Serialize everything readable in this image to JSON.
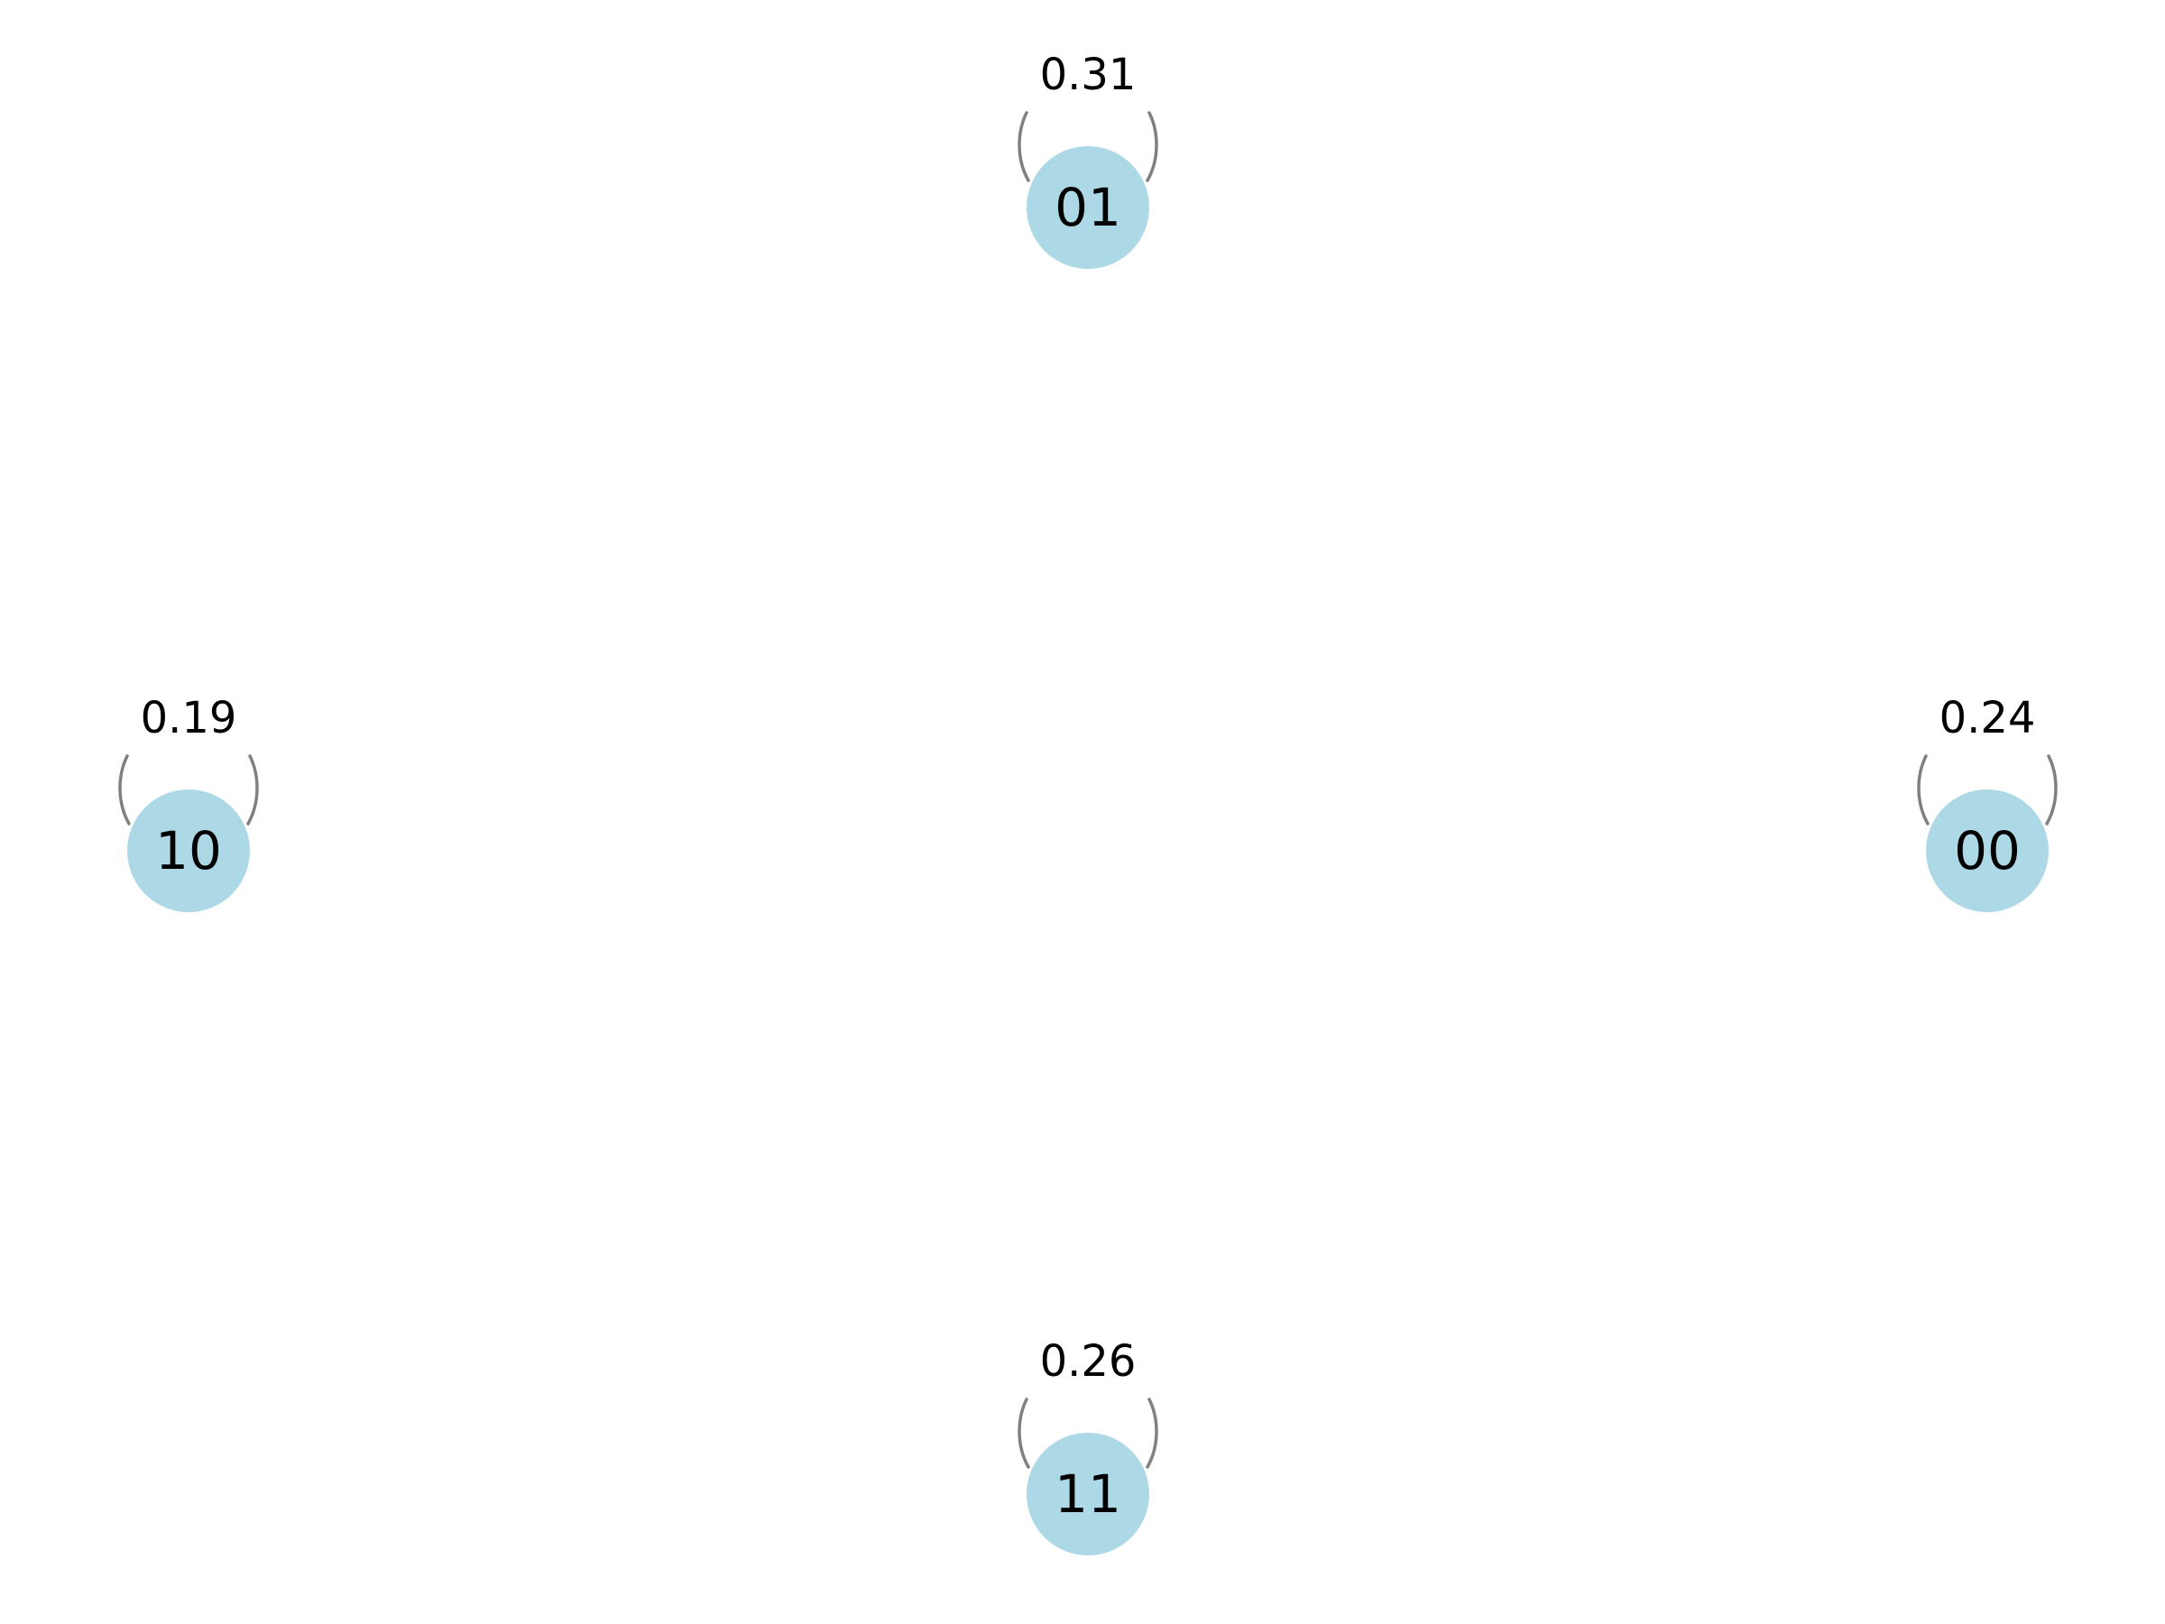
{
  "diagram": {
    "colors": {
      "node_fill": "#add8e6",
      "edge_stroke": "#808080",
      "text": "#000000",
      "background": "#ffffff"
    },
    "nodes": [
      {
        "id": "01",
        "label": "01",
        "self_loop_weight": "0.31"
      },
      {
        "id": "10",
        "label": "10",
        "self_loop_weight": "0.19"
      },
      {
        "id": "00",
        "label": "00",
        "self_loop_weight": "0.24"
      },
      {
        "id": "11",
        "label": "11",
        "self_loop_weight": "0.26"
      }
    ],
    "edges": [
      {
        "from": "01",
        "to": "01",
        "label": "0.31"
      },
      {
        "from": "10",
        "to": "10",
        "label": "0.19"
      },
      {
        "from": "00",
        "to": "00",
        "label": "0.24"
      },
      {
        "from": "11",
        "to": "11",
        "label": "0.26"
      }
    ]
  }
}
